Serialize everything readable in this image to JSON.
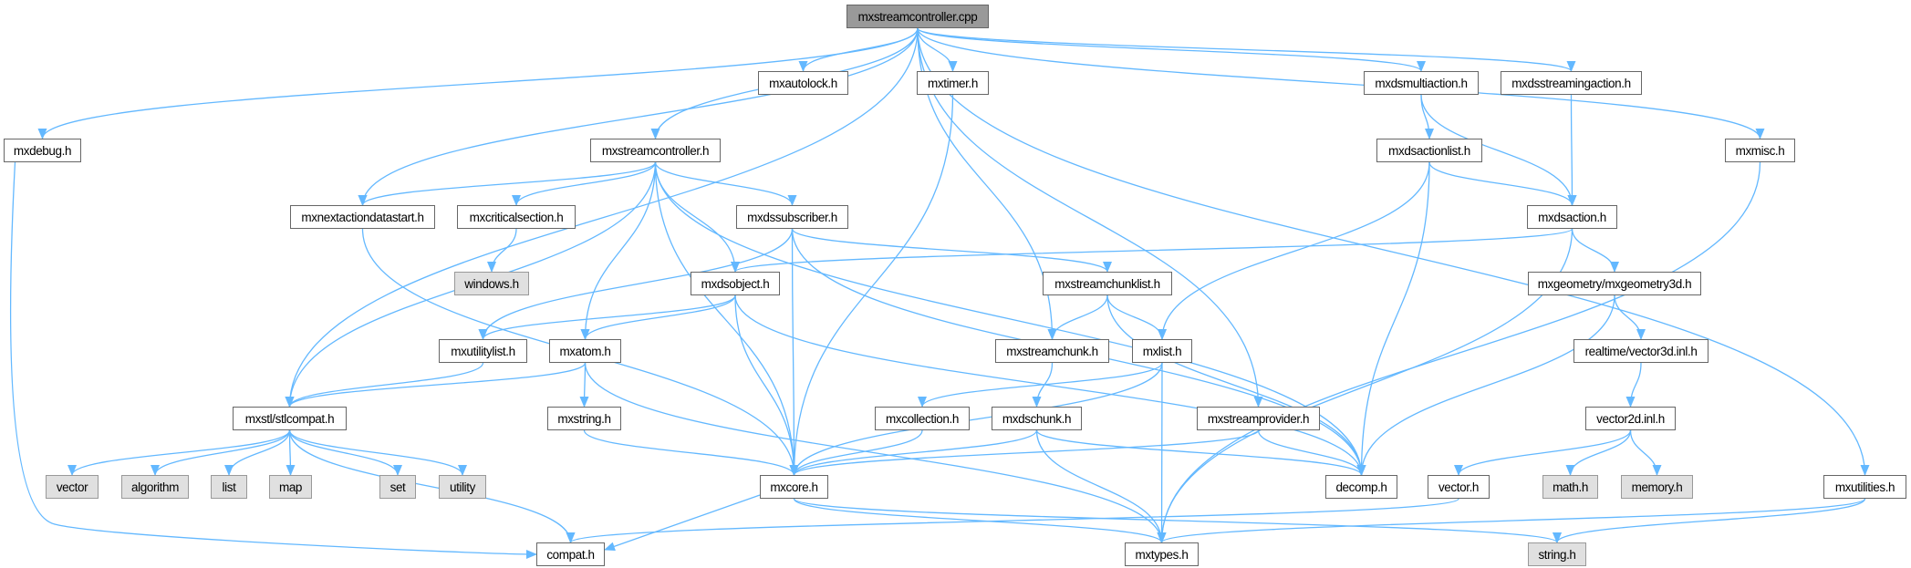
{
  "title": "mxstreamcontroller.cpp",
  "colors": {
    "edge": "#63b8ff",
    "root_fill": "#999999",
    "external_fill": "#e0e0e0",
    "node_border": "#666666"
  },
  "nodes": [
    {
      "label": "mxstreamcontroller.cpp",
      "root": true
    },
    {
      "label": "mxautolock.h"
    },
    {
      "label": "mxtimer.h"
    },
    {
      "label": "mxdsmultiaction.h"
    },
    {
      "label": "mxdsstreamingaction.h"
    },
    {
      "label": "mxdebug.h"
    },
    {
      "label": "mxstreamcontroller.h"
    },
    {
      "label": "mxdsactionlist.h"
    },
    {
      "label": "mxmisc.h"
    },
    {
      "label": "mxnextactiondatastart.h"
    },
    {
      "label": "mxcriticalsection.h"
    },
    {
      "label": "mxdssubscriber.h"
    },
    {
      "label": "mxdsaction.h"
    },
    {
      "label": "windows.h",
      "external": true
    },
    {
      "label": "mxdsobject.h"
    },
    {
      "label": "mxstreamchunklist.h"
    },
    {
      "label": "mxgeometry/mxgeometry3d.h"
    },
    {
      "label": "mxutilitylist.h"
    },
    {
      "label": "mxatom.h"
    },
    {
      "label": "mxstreamchunk.h"
    },
    {
      "label": "mxlist.h"
    },
    {
      "label": "realtime/vector3d.inl.h"
    },
    {
      "label": "mxstl/stlcompat.h"
    },
    {
      "label": "mxstring.h"
    },
    {
      "label": "mxcollection.h"
    },
    {
      "label": "mxdschunk.h"
    },
    {
      "label": "mxstreamprovider.h"
    },
    {
      "label": "vector2d.inl.h"
    },
    {
      "label": "vector",
      "external": true
    },
    {
      "label": "algorithm",
      "external": true
    },
    {
      "label": "list",
      "external": true
    },
    {
      "label": "map",
      "external": true
    },
    {
      "label": "set",
      "external": true
    },
    {
      "label": "utility",
      "external": true
    },
    {
      "label": "mxcore.h"
    },
    {
      "label": "decomp.h"
    },
    {
      "label": "vector.h"
    },
    {
      "label": "math.h",
      "external": true
    },
    {
      "label": "memory.h",
      "external": true
    },
    {
      "label": "mxutilities.h"
    },
    {
      "label": "compat.h"
    },
    {
      "label": "mxtypes.h"
    },
    {
      "label": "string.h",
      "external": true
    }
  ],
  "edges": [
    [
      0,
      5
    ],
    [
      0,
      22
    ],
    [
      0,
      9
    ],
    [
      0,
      6
    ],
    [
      0,
      1
    ],
    [
      0,
      2
    ],
    [
      0,
      19
    ],
    [
      0,
      26
    ],
    [
      0,
      3
    ],
    [
      0,
      4
    ],
    [
      0,
      8
    ],
    [
      0,
      39
    ],
    [
      5,
      40
    ],
    [
      6,
      9
    ],
    [
      6,
      10
    ],
    [
      6,
      22
    ],
    [
      6,
      18
    ],
    [
      6,
      34
    ],
    [
      6,
      14
    ],
    [
      6,
      11
    ],
    [
      6,
      35
    ],
    [
      2,
      34
    ],
    [
      3,
      7
    ],
    [
      3,
      12
    ],
    [
      4,
      12
    ],
    [
      7,
      12
    ],
    [
      7,
      20
    ],
    [
      7,
      35
    ],
    [
      8,
      41
    ],
    [
      9,
      34
    ],
    [
      10,
      13
    ],
    [
      11,
      17
    ],
    [
      11,
      34
    ],
    [
      11,
      15
    ],
    [
      11,
      35
    ],
    [
      12,
      14
    ],
    [
      12,
      16
    ],
    [
      12,
      41
    ],
    [
      14,
      17
    ],
    [
      14,
      18
    ],
    [
      14,
      34
    ],
    [
      14,
      35
    ],
    [
      15,
      19
    ],
    [
      15,
      20
    ],
    [
      15,
      35
    ],
    [
      16,
      21
    ],
    [
      16,
      35
    ],
    [
      17,
      22
    ],
    [
      18,
      22
    ],
    [
      18,
      23
    ],
    [
      18,
      41
    ],
    [
      19,
      25
    ],
    [
      20,
      34
    ],
    [
      20,
      24
    ],
    [
      20,
      41
    ],
    [
      21,
      27
    ],
    [
      22,
      28
    ],
    [
      22,
      29
    ],
    [
      22,
      30
    ],
    [
      22,
      31
    ],
    [
      22,
      32
    ],
    [
      22,
      33
    ],
    [
      22,
      40
    ],
    [
      23,
      34
    ],
    [
      24,
      34
    ],
    [
      25,
      34
    ],
    [
      25,
      35
    ],
    [
      25,
      41
    ],
    [
      26,
      34
    ],
    [
      26,
      35
    ],
    [
      27,
      36
    ],
    [
      27,
      37
    ],
    [
      27,
      38
    ],
    [
      34,
      40
    ],
    [
      34,
      41
    ],
    [
      34,
      42
    ],
    [
      36,
      40
    ],
    [
      39,
      41
    ],
    [
      39,
      42
    ]
  ]
}
